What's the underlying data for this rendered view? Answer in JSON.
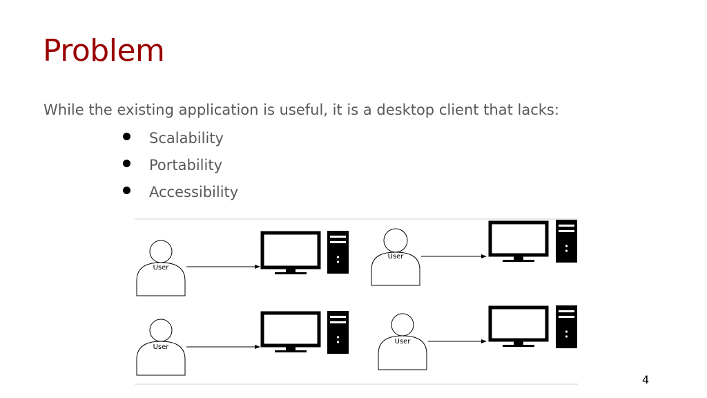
{
  "slide": {
    "title": "Problem",
    "intro": "While the existing application is useful, it is a desktop client that lacks:",
    "bullets": [
      "Scalability",
      "Portability",
      "Accessibility"
    ],
    "page_number": "4"
  },
  "diagram": {
    "user_label": "User",
    "stations": [
      {
        "user_label": "User"
      },
      {
        "user_label": "User"
      },
      {
        "user_label": "User"
      },
      {
        "user_label": "User"
      }
    ]
  }
}
